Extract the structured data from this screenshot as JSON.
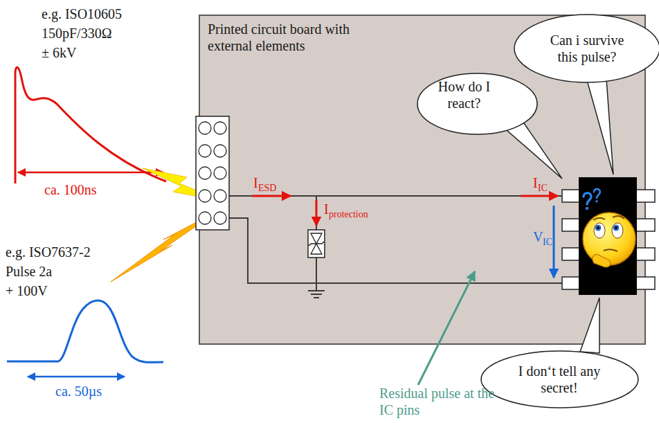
{
  "diagram": {
    "nodes": [
      {
        "text": [
          "Printed circuit board with external elements"
        ]
      },
      {
        "text": [
          "How do I react?"
        ],
        "in": 0
      },
      {
        "text": [
          "Can i survive this pulse?"
        ]
      },
      {
        "text": [
          "I don‘t tell any secret!"
        ]
      }
    ],
    "labels": [
      "e.g. ISO10605",
      "150pF/330Ω",
      "± 6kV",
      "ca. 100ns",
      "e.g. ISO7637-2",
      "Pulse 2a",
      "+ 100V",
      "ca. 50µs",
      "I",
      "ESD",
      "I",
      "protection",
      "I",
      "IC",
      "V",
      "IC",
      "Residual pulse at the IC pins"
    ]
  }
}
